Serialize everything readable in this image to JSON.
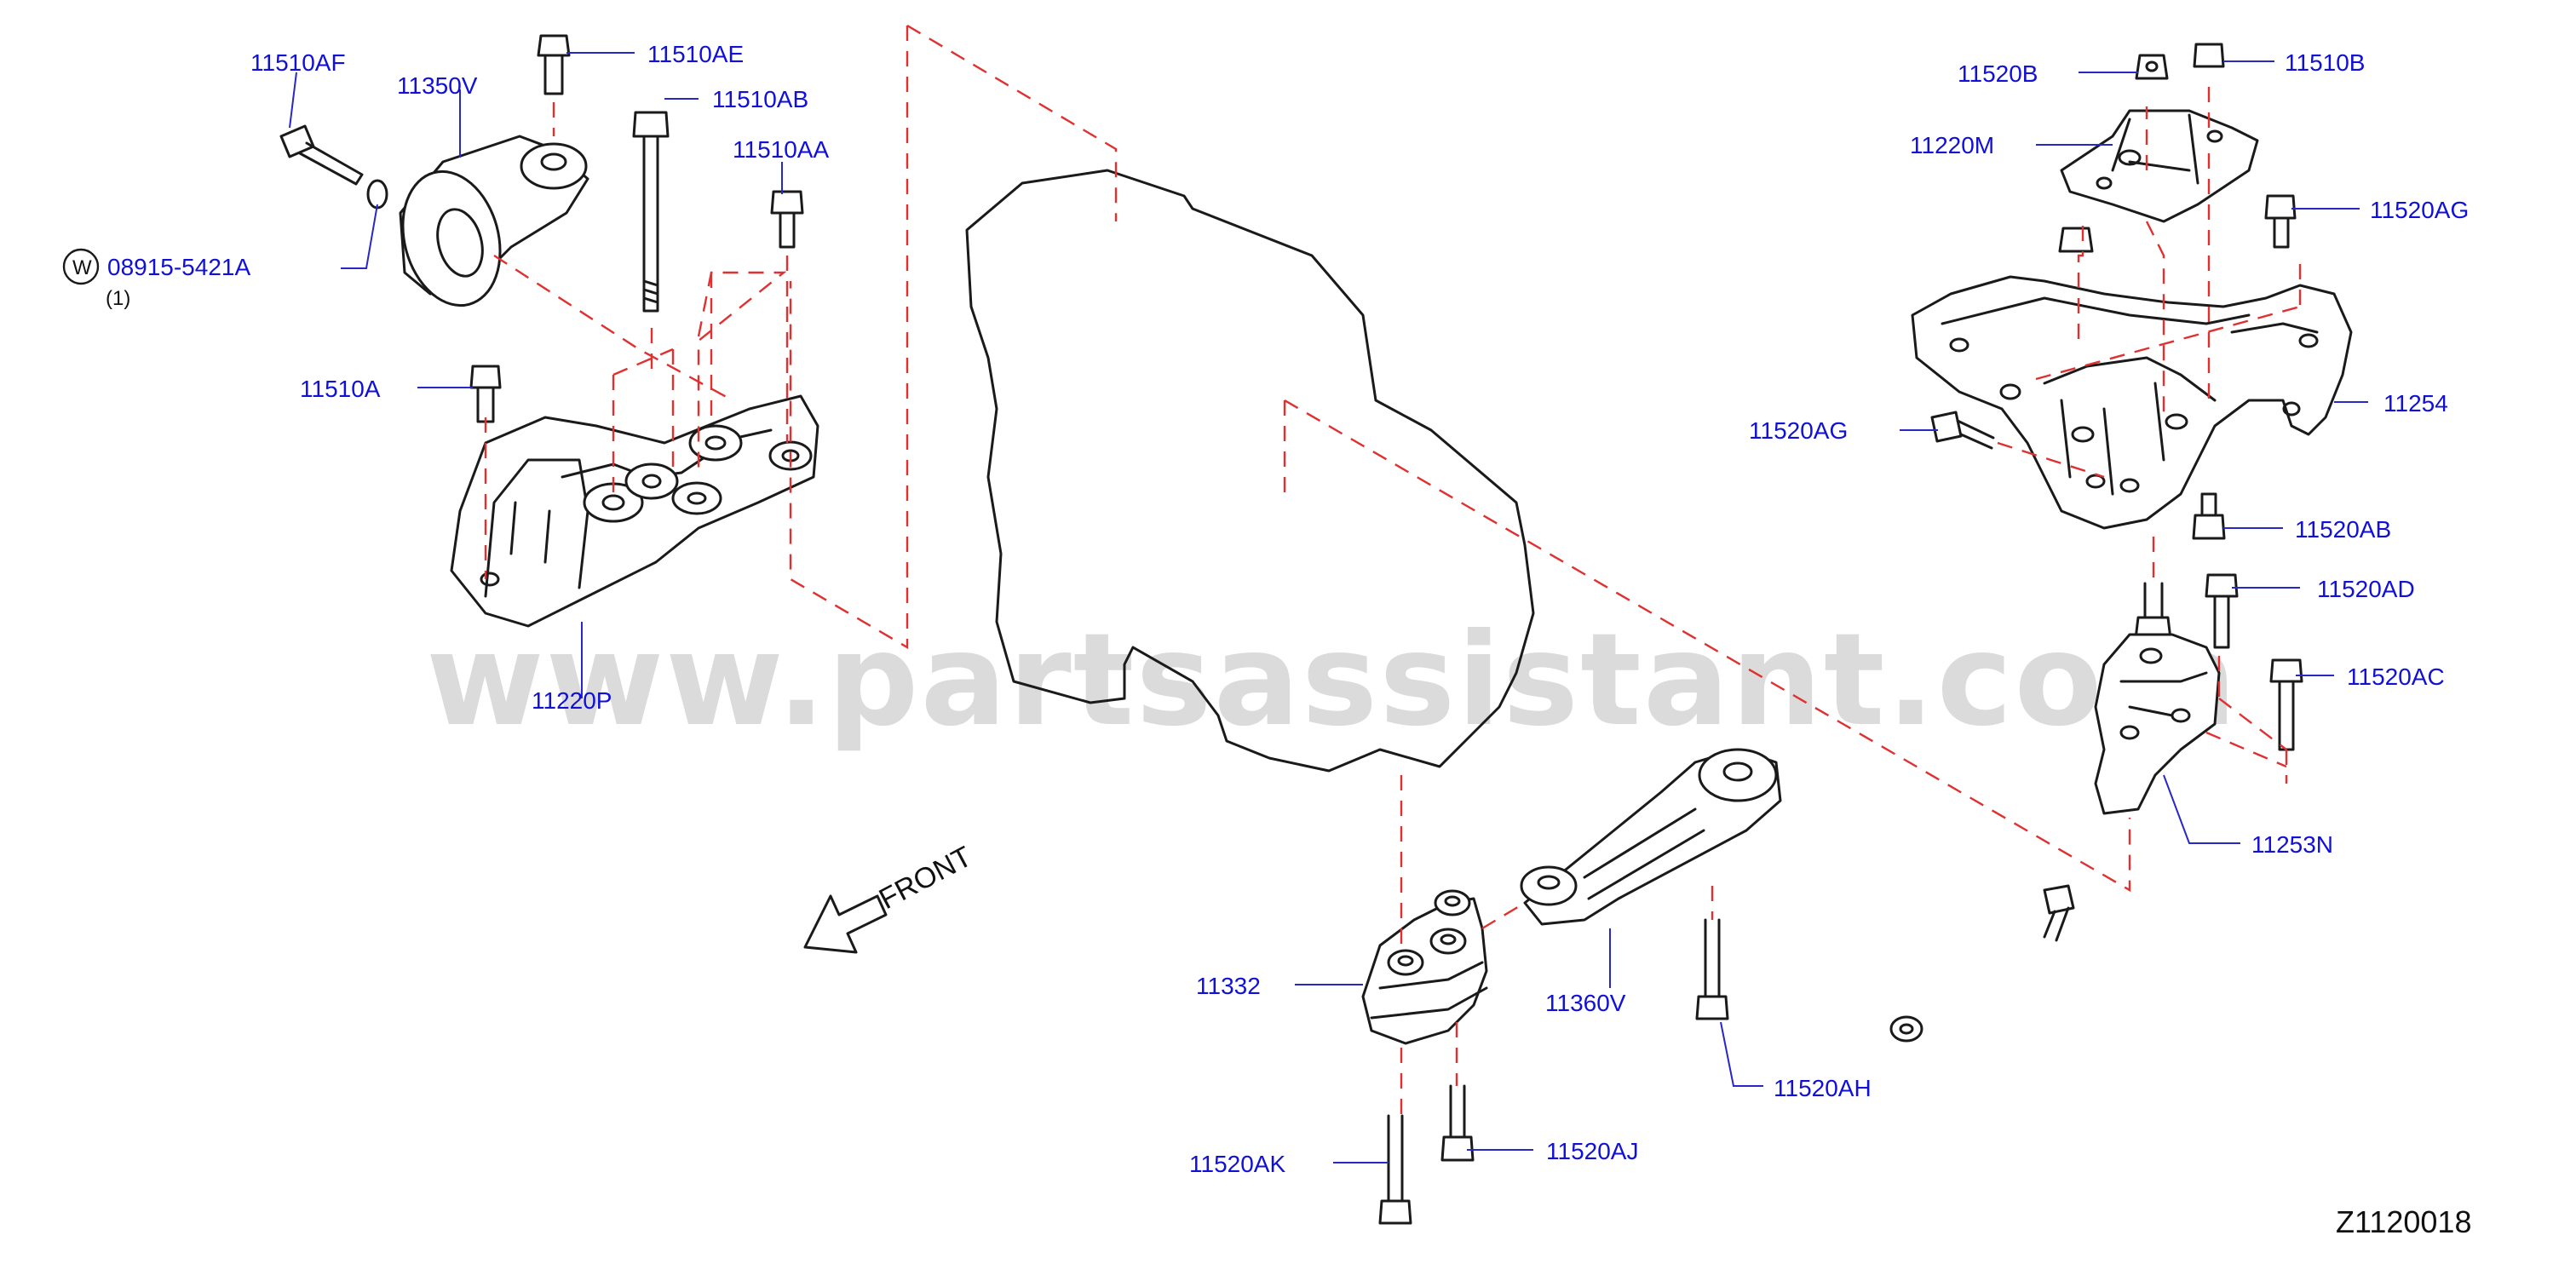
{
  "watermark": "www.partsassistant.com",
  "front_label": "FRONT",
  "diagram_id": "Z1120018",
  "washer": {
    "symbol": "W",
    "part": "08915-5421A",
    "qty": "(1)"
  },
  "callouts": {
    "c11510AF": "11510AF",
    "c11350V": "11350V",
    "c11510AE": "11510AE",
    "c11510AB": "11510AB",
    "c11510AA": "11510AA",
    "c11510A": "11510A",
    "c11220P": "11220P",
    "c11520B": "11520B",
    "c11510B": "11510B",
    "c11220M": "11220M",
    "c11520AG_r": "11520AG",
    "c11520AG_l": "11520AG",
    "c11254": "11254",
    "c11520AB": "11520AB",
    "c11520AD": "11520AD",
    "c11520AC": "11520AC",
    "c11253N": "11253N",
    "c11332": "11332",
    "c11360V": "11360V",
    "c11520AH": "11520AH",
    "c11520AK": "11520AK",
    "c11520AJ": "11520AJ"
  },
  "colors": {
    "callout": "#1010d8",
    "leader": "#2828c8",
    "assembly_line": "#e03030",
    "outline": "#1a1a1a"
  }
}
